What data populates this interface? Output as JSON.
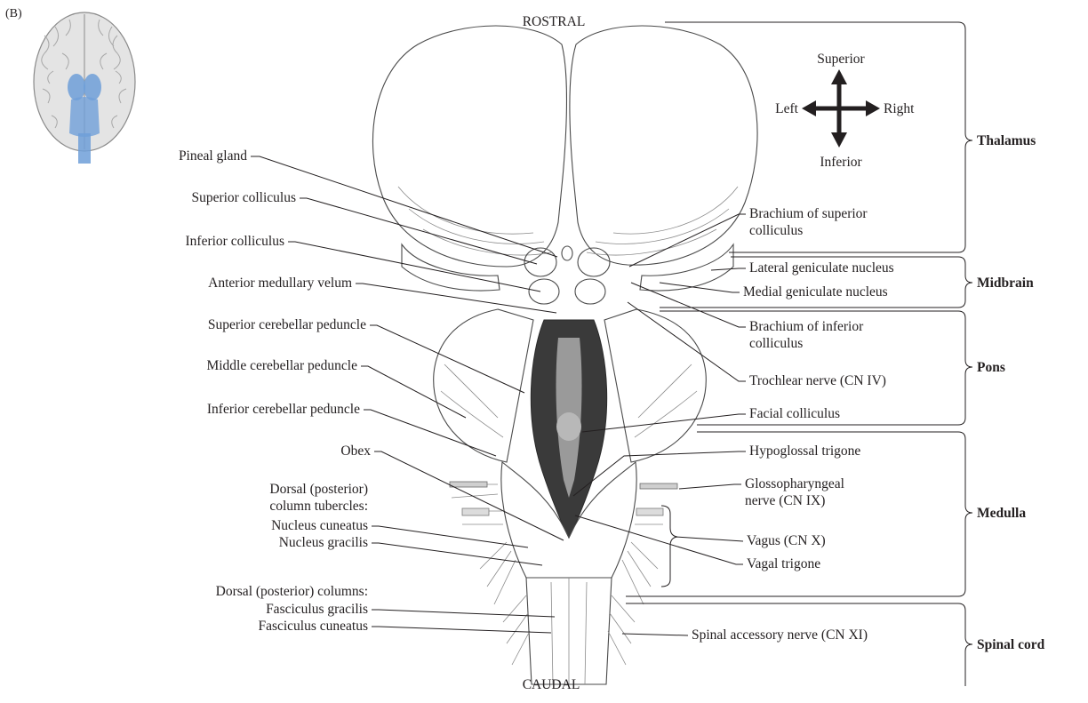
{
  "panel_label": "(B)",
  "orientation": {
    "top": "ROSTRAL",
    "bottom": "CAUDAL",
    "compass": {
      "up": "Superior",
      "down": "Inferior",
      "left": "Left",
      "right": "Right"
    }
  },
  "left_labels": [
    {
      "id": "pineal-gland",
      "lines": [
        "Pineal gland"
      ]
    },
    {
      "id": "superior-colliculus",
      "lines": [
        "Superior colliculus"
      ]
    },
    {
      "id": "inferior-colliculus",
      "lines": [
        "Inferior colliculus"
      ]
    },
    {
      "id": "anterior-medullary-velum",
      "lines": [
        "Anterior medullary velum"
      ]
    },
    {
      "id": "superior-cerebellar-peduncle",
      "lines": [
        "Superior cerebellar peduncle"
      ]
    },
    {
      "id": "middle-cerebellar-peduncle",
      "lines": [
        "Middle cerebellar peduncle"
      ]
    },
    {
      "id": "inferior-cerebellar-peduncle",
      "lines": [
        "Inferior cerebellar peduncle"
      ]
    },
    {
      "id": "obex",
      "lines": [
        "Obex"
      ]
    },
    {
      "id": "dorsal-column-tubercles",
      "lines": [
        "Dorsal (posterior)",
        "column tubercles:"
      ]
    },
    {
      "id": "nucleus-cuneatus",
      "lines": [
        "Nucleus cuneatus"
      ]
    },
    {
      "id": "nucleus-gracilis",
      "lines": [
        "Nucleus gracilis"
      ]
    },
    {
      "id": "dorsal-columns",
      "lines": [
        "Dorsal (posterior) columns:"
      ]
    },
    {
      "id": "fasciculus-gracilis",
      "lines": [
        "Fasciculus gracilis"
      ]
    },
    {
      "id": "fasciculus-cuneatus",
      "lines": [
        "Fasciculus cuneatus"
      ]
    }
  ],
  "right_labels": [
    {
      "id": "brachium-superior-colliculus",
      "lines": [
        "Brachium of superior",
        "colliculus"
      ]
    },
    {
      "id": "lateral-geniculate-nucleus",
      "lines": [
        "Lateral geniculate nucleus"
      ]
    },
    {
      "id": "medial-geniculate-nucleus",
      "lines": [
        "Medial geniculate nucleus"
      ]
    },
    {
      "id": "brachium-inferior-colliculus",
      "lines": [
        "Brachium of inferior",
        "colliculus"
      ]
    },
    {
      "id": "trochlear-nerve",
      "lines": [
        "Trochlear nerve (CN IV)"
      ]
    },
    {
      "id": "facial-colliculus",
      "lines": [
        "Facial colliculus"
      ]
    },
    {
      "id": "hypoglossal-trigone",
      "lines": [
        "Hypoglossal trigone"
      ]
    },
    {
      "id": "glossopharyngeal-nerve",
      "lines": [
        "Glossopharyngeal",
        "nerve (CN IX)"
      ]
    },
    {
      "id": "vagus",
      "lines": [
        "Vagus (CN X)"
      ]
    },
    {
      "id": "vagal-trigone",
      "lines": [
        "Vagal trigone"
      ]
    },
    {
      "id": "spinal-accessory-nerve",
      "lines": [
        "Spinal accessory nerve (CN XI)"
      ]
    }
  ],
  "regions": [
    {
      "id": "thalamus",
      "label": "Thalamus"
    },
    {
      "id": "midbrain",
      "label": "Midbrain"
    },
    {
      "id": "pons",
      "label": "Pons"
    },
    {
      "id": "medulla",
      "label": "Medulla"
    },
    {
      "id": "spinal-cord",
      "label": "Spinal cord"
    }
  ],
  "colors": {
    "ink": "#231f20",
    "tissue": "#e9e9e9",
    "tissue_dark": "#3a3a3a",
    "highlight": "#6f9fd8",
    "cortex": "#e3e3e3"
  }
}
